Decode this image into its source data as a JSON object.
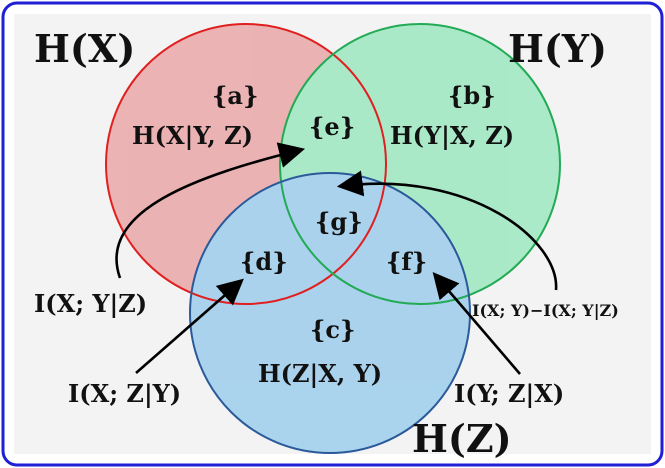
{
  "labels": {
    "hx": "H(X)",
    "hy": "H(Y)",
    "hz": "H(Z)",
    "region_a_set": "{a}",
    "region_a_expr": "H(X|Y, Z)",
    "region_b_set": "{b}",
    "region_b_expr": "H(Y|X, Z)",
    "region_c_set": "{c}",
    "region_c_expr": "H(Z|X, Y)",
    "region_d_set": "{d}",
    "region_e_set": "{e}",
    "region_f_set": "{f}",
    "region_g_set": "{g}",
    "mi_xy_given_z": "I(X; Y|Z)",
    "mi_xz_given_y": "I(X; Z|Y)",
    "mi_yz_given_x": "I(Y; Z|X)",
    "mi_xy_minus_xy_given_z": "I(X; Y)−I(X; Y|Z)"
  },
  "colors": {
    "border": "#1f1fd6",
    "panel_fill": "#f3f3f3",
    "circle_x_fill": "#e79a9a",
    "circle_x_stroke": "#e02020",
    "circle_y_fill": "#8fe6b8",
    "circle_y_stroke": "#22aa55",
    "circle_z_fill": "#8ec6ea",
    "circle_z_stroke": "#2a5a9a",
    "arrow": "#000000"
  }
}
